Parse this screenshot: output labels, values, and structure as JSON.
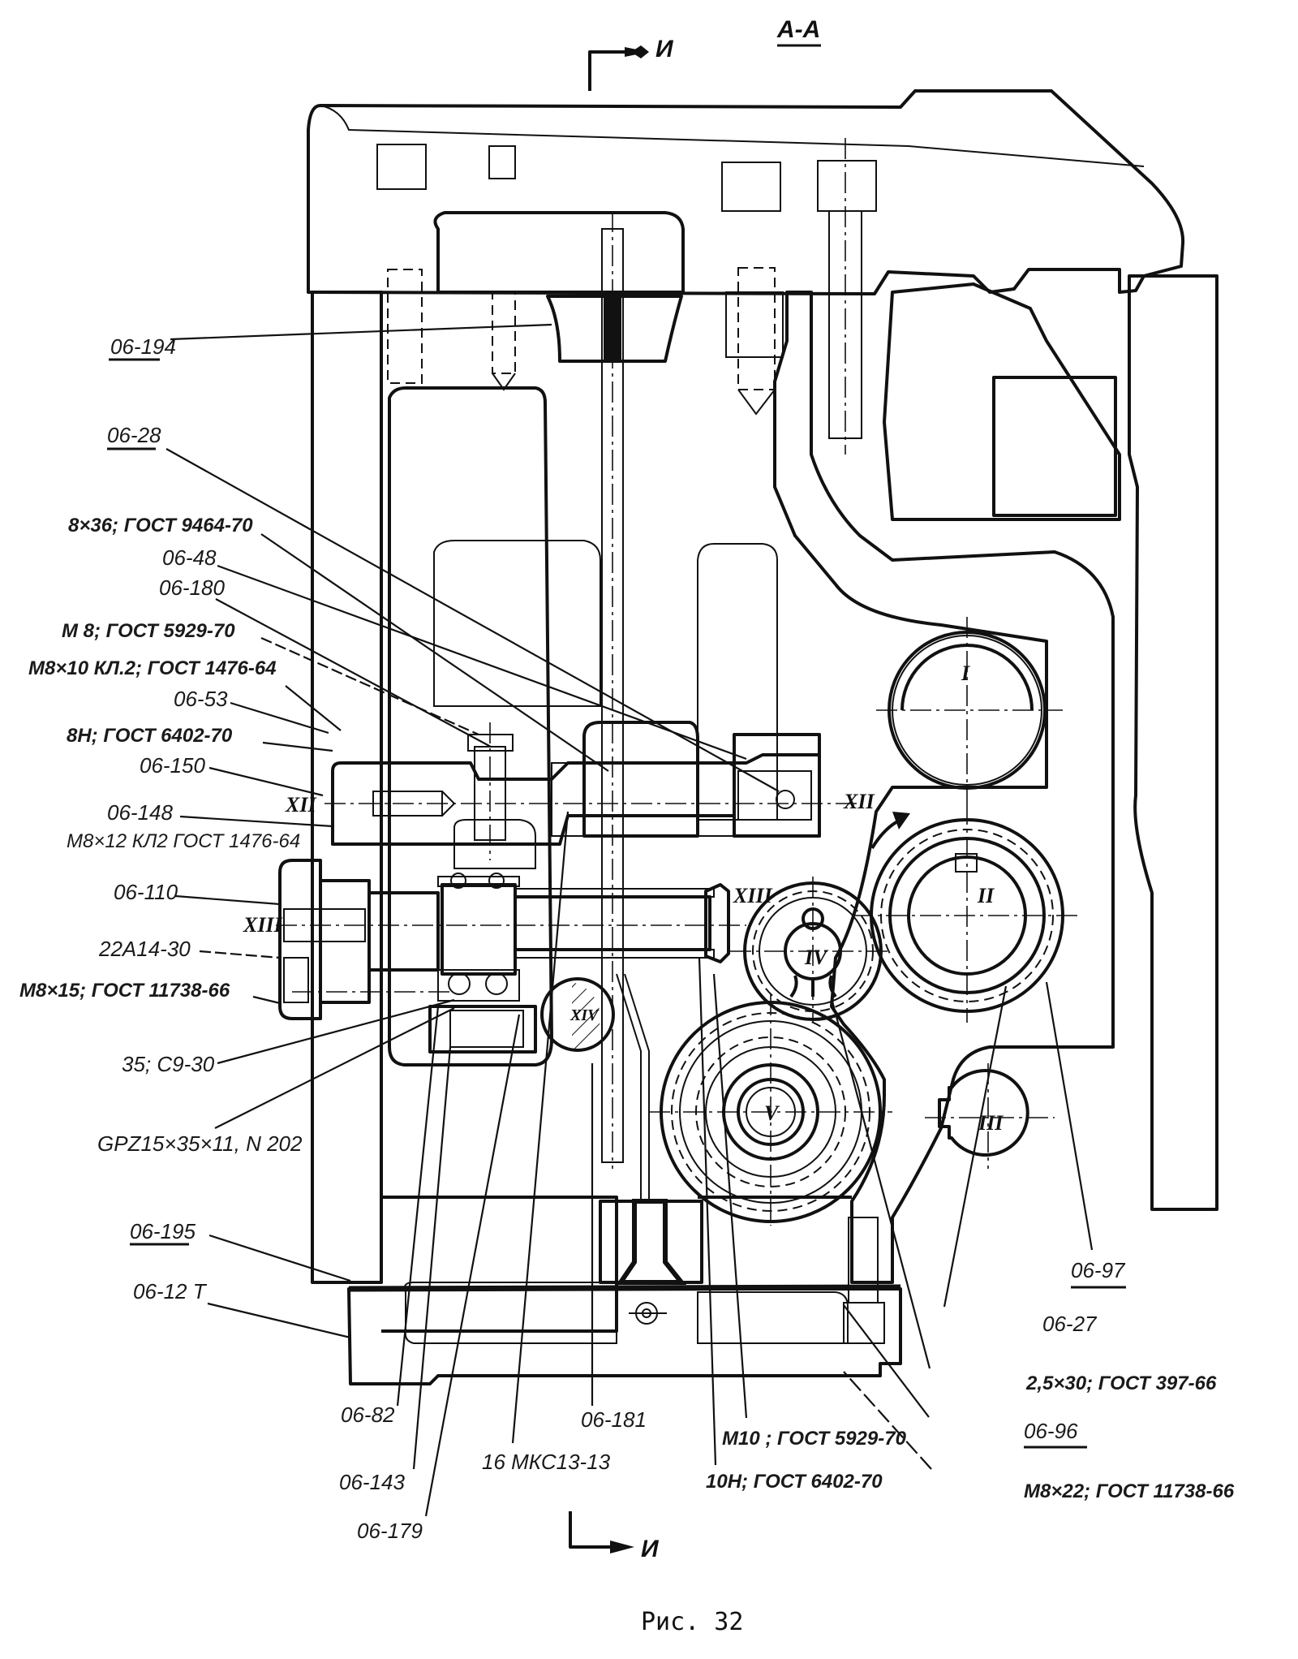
{
  "figure": {
    "caption": "Рис. 32",
    "section_title": "А-А",
    "cut_marker": "И"
  },
  "shaft_labels": [
    "I",
    "II",
    "III",
    "IV",
    "V",
    "XII",
    "XII",
    "XIII",
    "XIII",
    "XIV"
  ],
  "callouts_left": [
    {
      "id": "06-194",
      "text": "06-194",
      "underlined": true
    },
    {
      "id": "06-28",
      "text": "06-28",
      "underlined": true
    },
    {
      "id": "pin",
      "text": "8×36; ГОСТ 9464-70",
      "underlined": false
    },
    {
      "id": "06-48",
      "text": "06-48",
      "underlined": false
    },
    {
      "id": "06-180",
      "text": "06-180",
      "underlined": false
    },
    {
      "id": "nut-m8",
      "text": "М 8; ГОСТ 5929-70",
      "underlined": false
    },
    {
      "id": "screw-m8x10",
      "text": "М8×10 КЛ.2; ГОСТ 1476-64",
      "underlined": false
    },
    {
      "id": "06-53",
      "text": "06-53",
      "underlined": false
    },
    {
      "id": "washer-8h",
      "text": "8Н; ГОСТ 6402-70",
      "underlined": false
    },
    {
      "id": "06-150",
      "text": "06-150",
      "underlined": false
    },
    {
      "id": "06-148",
      "text": "06-148",
      "underlined": false
    },
    {
      "id": "screw-m8x12",
      "text": "М8×12 КЛ2 ГОСТ 1476-64",
      "underlined": false
    },
    {
      "id": "06-110",
      "text": "06-110",
      "underlined": false
    },
    {
      "id": "22a14-30",
      "text": "22А14-30",
      "underlined": false
    },
    {
      "id": "screw-m8x15",
      "text": "М8×15; ГОСТ 11738-66",
      "underlined": false
    },
    {
      "id": "35-c9-30",
      "text": "35; С9-30",
      "underlined": false
    },
    {
      "id": "bearing",
      "text": "GPZ15×35×11, N 202",
      "underlined": false
    },
    {
      "id": "06-195",
      "text": "06-195",
      "underlined": true
    },
    {
      "id": "06-127",
      "text": "06-12 Т",
      "underlined": false
    }
  ],
  "callouts_bottom": [
    {
      "id": "06-82",
      "text": "06-82"
    },
    {
      "id": "06-143",
      "text": "06-143"
    },
    {
      "id": "06-179",
      "text": "06-179"
    },
    {
      "id": "16mkc",
      "text": "16 МКС13-13"
    },
    {
      "id": "06-181",
      "text": "06-181"
    },
    {
      "id": "nut-m10",
      "text": "М10 ; ГОСТ 5929-70"
    },
    {
      "id": "washer-10h",
      "text": "10Н; ГОСТ 6402-70"
    }
  ],
  "callouts_right": [
    {
      "id": "06-97",
      "text": "06-97",
      "underlined": true
    },
    {
      "id": "06-27",
      "text": "06-27",
      "underlined": false
    },
    {
      "id": "pin-2.5",
      "text": "2,5×30; ГОСТ 397-66",
      "underlined": false
    },
    {
      "id": "06-96",
      "text": "06-96",
      "underlined": true
    },
    {
      "id": "screw-m8x22",
      "text": "М8×22; ГОСТ 11738-66",
      "underlined": false
    }
  ]
}
